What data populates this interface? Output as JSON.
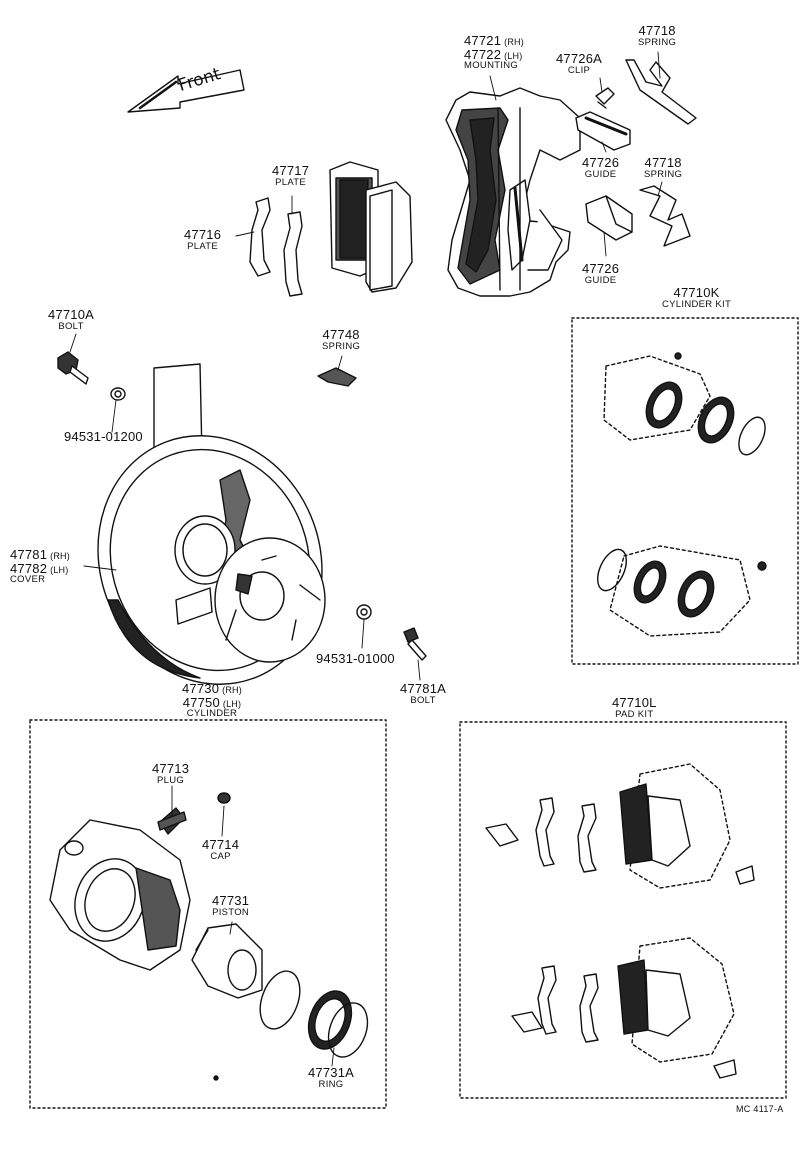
{
  "direction_label": "Front",
  "drawing_code": "MC 4117-A",
  "parts": {
    "p47717": {
      "number": "47717",
      "name": "PLATE"
    },
    "p47716": {
      "number": "47716",
      "name": "PLATE"
    },
    "p47721": {
      "number": "47721",
      "side": "(RH)"
    },
    "p47722": {
      "number": "47722",
      "side": "(LH)",
      "name": "MOUNTING"
    },
    "p47726A": {
      "number": "47726A",
      "name": "CLIP"
    },
    "p47718a": {
      "number": "47718",
      "name": "SPRING"
    },
    "p47726a": {
      "number": "47726",
      "name": "GUIDE"
    },
    "p47718b": {
      "number": "47718",
      "name": "SPRING"
    },
    "p47726b": {
      "number": "47726",
      "name": "GUIDE"
    },
    "p47710A": {
      "number": "47710A",
      "name": "BOLT"
    },
    "p47748": {
      "number": "47748",
      "name": "SPRING"
    },
    "p94531_01200": {
      "number": "94531-01200"
    },
    "p47710K": {
      "number": "47710K",
      "name": "CYLINDER KIT"
    },
    "p47781": {
      "number": "47781",
      "side": "(RH)"
    },
    "p47782": {
      "number": "47782",
      "side": "(LH)",
      "name": "COVER"
    },
    "p94531_01000": {
      "number": "94531-01000"
    },
    "p47781A": {
      "number": "47781A",
      "name": "BOLT"
    },
    "p47730": {
      "number": "47730",
      "side": "(RH)"
    },
    "p47750": {
      "number": "47750",
      "side": "(LH)",
      "name": "CYLINDER"
    },
    "p47710L": {
      "number": "47710L",
      "name": "PAD KIT"
    },
    "p47713": {
      "number": "47713",
      "name": "PLUG"
    },
    "p47714": {
      "number": "47714",
      "name": "CAP"
    },
    "p47731": {
      "number": "47731",
      "name": "PISTON"
    },
    "p47731A": {
      "number": "47731A",
      "name": "RING"
    }
  }
}
